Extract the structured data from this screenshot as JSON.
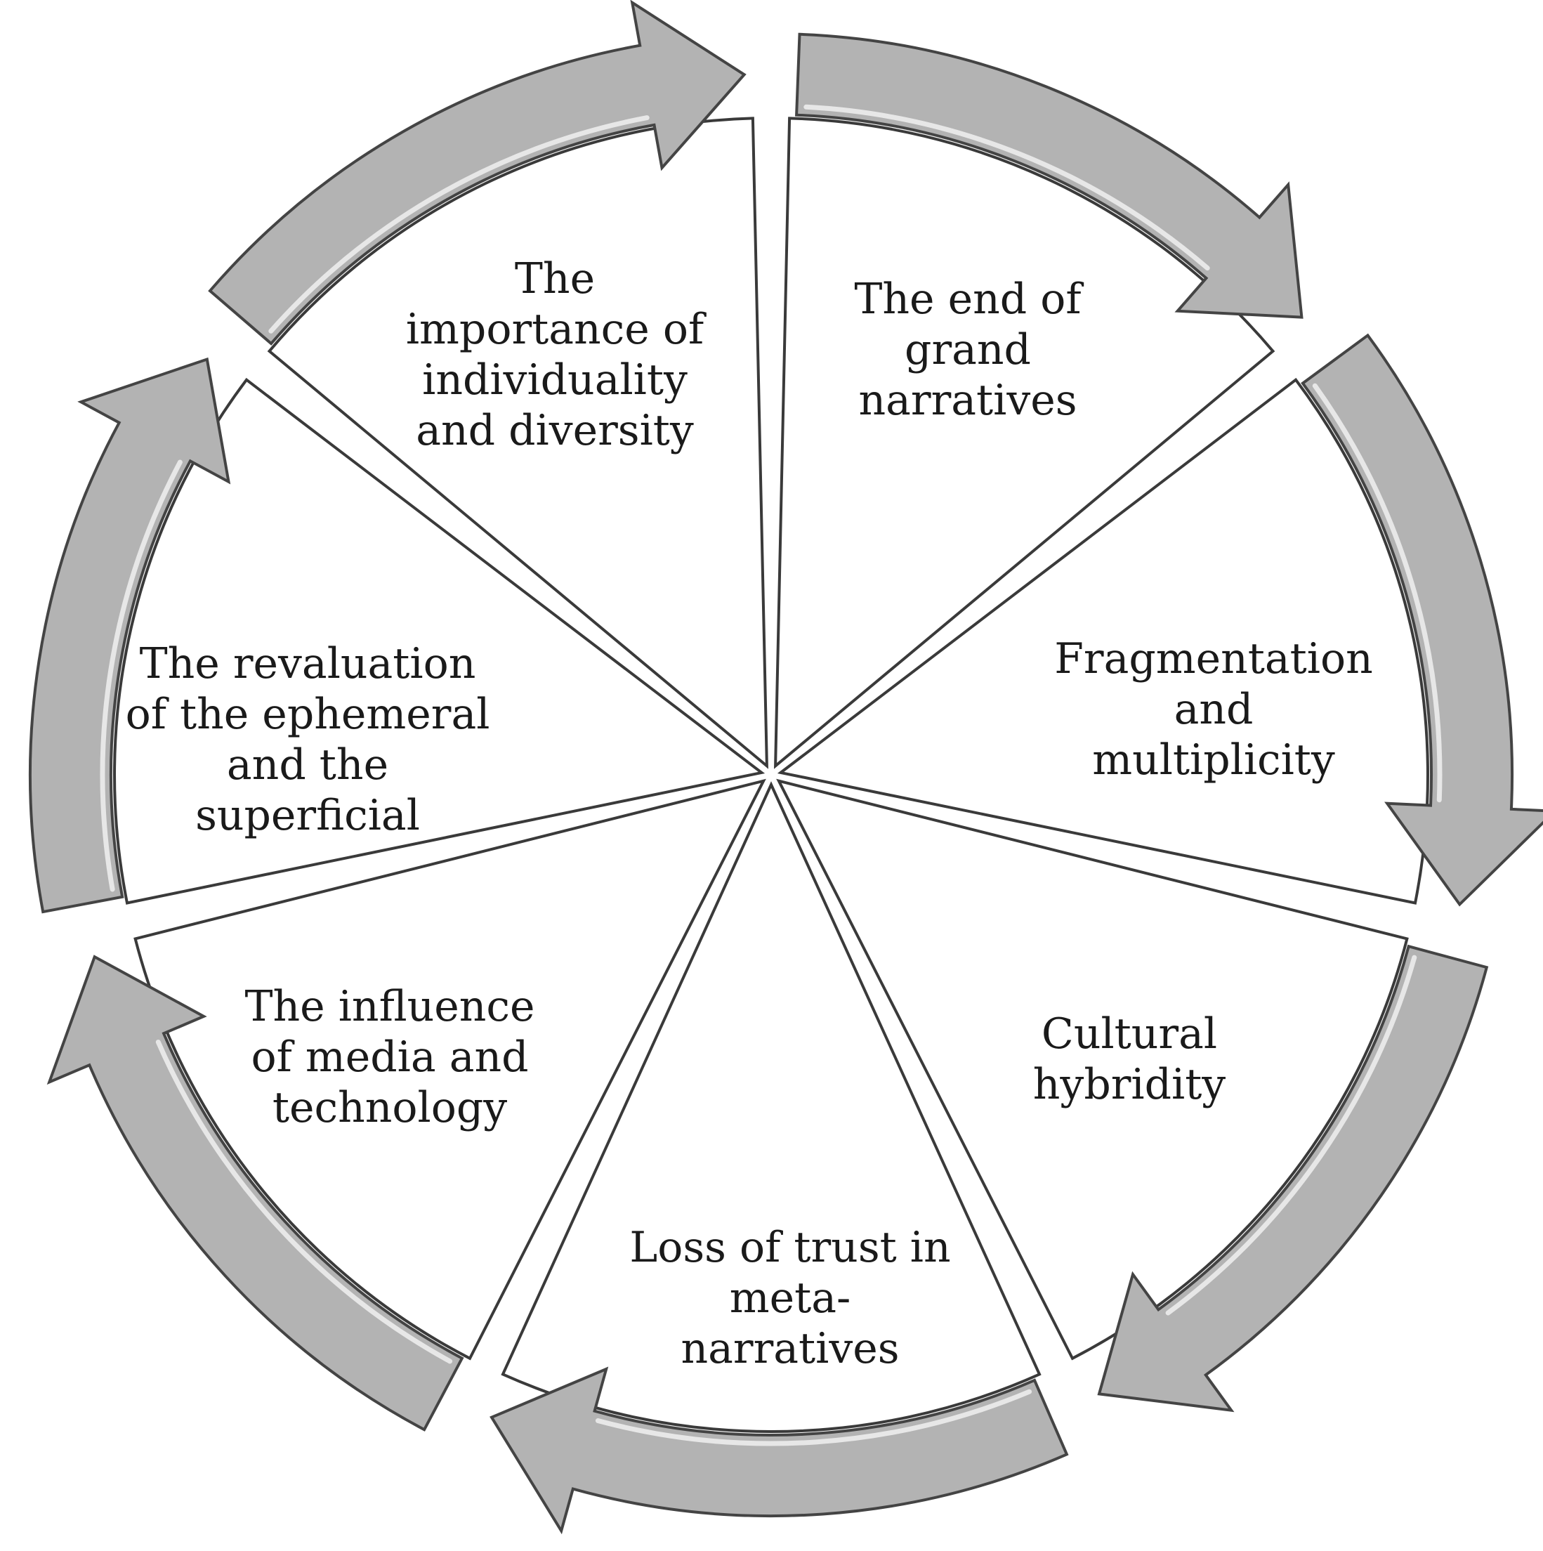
{
  "cycle": {
    "segments": [
      {
        "id": "grand-narratives",
        "label": "The end of\ngrand\nnarratives"
      },
      {
        "id": "fragmentation",
        "label": "Fragmentation\nand multiplicity"
      },
      {
        "id": "hybridity",
        "label": "Cultural\nhybridity"
      },
      {
        "id": "meta-narratives",
        "label": "Loss of trust in\nmeta-\nnarratives"
      },
      {
        "id": "media-technology",
        "label": "The influence\nof media and\ntechnology"
      },
      {
        "id": "ephemeral",
        "label": "The revaluation\nof the ephemeral\nand the\nsuperficial"
      },
      {
        "id": "individuality",
        "label": "The\nimportance of\nindividuality\nand diversity"
      }
    ],
    "direction": "clockwise",
    "colors": {
      "arrow_fill": "#b3b3b3",
      "arrow_outline": "#444444",
      "sector_fill": "#ffffff",
      "text": "#1a1a1a"
    }
  }
}
